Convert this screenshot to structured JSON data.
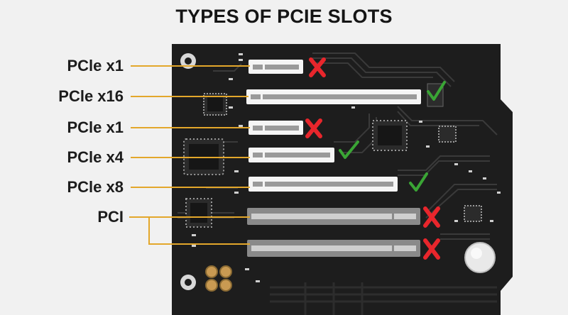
{
  "title": "TYPES OF PCIE SLOTS",
  "slots": [
    {
      "label": "PCle x1",
      "supported": false
    },
    {
      "label": "PCle x16",
      "supported": true
    },
    {
      "label": "PCle x1",
      "supported": false
    },
    {
      "label": "PCle x4",
      "supported": true
    },
    {
      "label": "PCle x8",
      "supported": true
    },
    {
      "label": "PCI",
      "supported": false
    }
  ],
  "colors": {
    "board": "#1d1d1d",
    "trace": "#3a3a3a",
    "slot_white": "#f5f5f5",
    "slot_gray": "#8c8c8c",
    "gold_leader": "#e3a72b",
    "cross": "#e8262c",
    "check": "#3aa535",
    "background": "#f1f1f1"
  }
}
